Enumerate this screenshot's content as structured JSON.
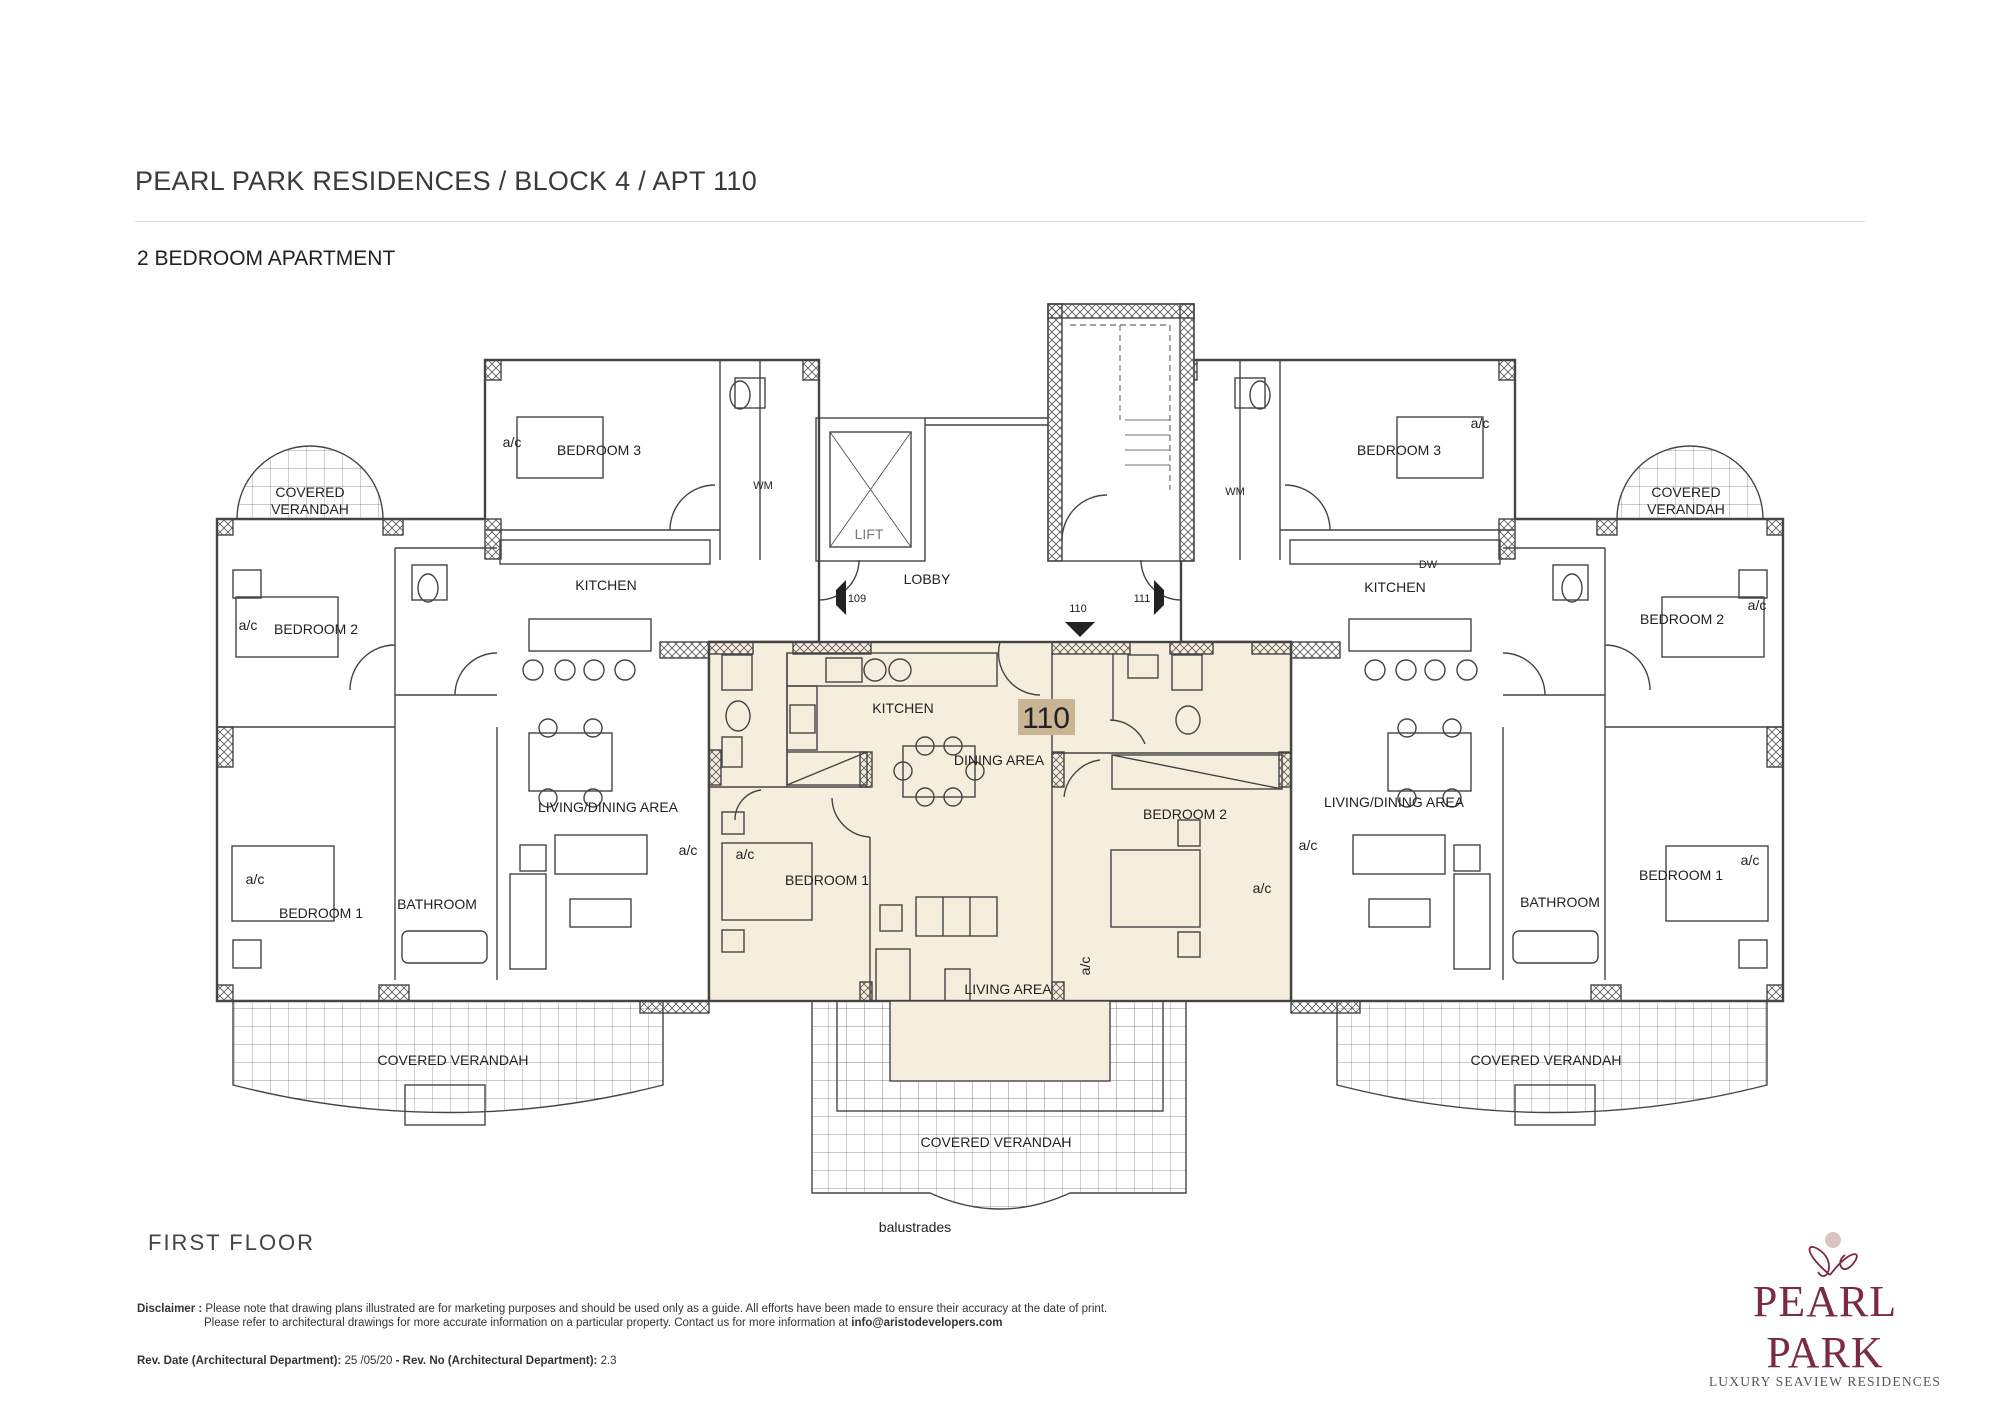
{
  "header": {
    "title": "PEARL PARK RESIDENCES / BLOCK 4 / APT 110",
    "subtitle": "2 BEDROOM APARTMENT"
  },
  "plan": {
    "floor_label": "FIRST FLOOR",
    "highlight_color": "#f5eedc",
    "badge_color": "#c9b494",
    "apartment_number": "110",
    "left_unit": {
      "verandah_top": [
        "COVERED",
        "VERANDAH"
      ],
      "bedroom3": "BEDROOM 3",
      "kitchen": "KITCHEN",
      "bedroom2": "BEDROOM 2",
      "living_dining": "LIVING/DINING AREA",
      "bedroom1": "BEDROOM 1",
      "bathroom": "BATHROOM",
      "verandah_bottom": "COVERED VERANDAH",
      "wm": "WM"
    },
    "core": {
      "lobby": "LOBBY",
      "lift": "LIFT",
      "door_109": "109",
      "door_110": "110",
      "door_111": "111"
    },
    "apt110": {
      "kitchen": "KITCHEN",
      "dining": "DINING AREA",
      "bedroom1": "BEDROOM 1",
      "bedroom2": "BEDROOM 2",
      "living": "LIVING AREA",
      "verandah": "COVERED VERANDAH",
      "balustrades": "balustrades"
    },
    "right_unit": {
      "verandah_top": [
        "COVERED",
        "VERANDAH"
      ],
      "bedroom3": "BEDROOM 3",
      "kitchen": "KITCHEN",
      "dw": "DW",
      "bedroom2": "BEDROOM 2",
      "living_dining": "LIVING/DINING AREA",
      "bedroom1": "BEDROOM 1",
      "bathroom": "BATHROOM",
      "verandah_bottom": "COVERED VERANDAH",
      "wm": "WM"
    },
    "ac_label": "a/c"
  },
  "footer": {
    "disclaimer_label": "Disclaimer :",
    "disclaimer_line1": "Please note that drawing plans illustrated are for marketing purposes and should be used only as a guide. All efforts have been made to ensure their accuracy at the date of print.",
    "disclaimer_line2": "Please refer to architectural drawings for more accurate information on a particular property. Contact us for more information at",
    "email": "info@aristodevelopers.com",
    "rev_date_label": "Rev. Date (Architectural Department):",
    "rev_date": "25 /05/20",
    "rev_no_label": "- Rev. No (Architectural Department):",
    "rev_no": "2.3"
  },
  "logo": {
    "name": "PEARL PARK",
    "tagline": "LUXURY SEAVIEW RESIDENCES",
    "brand_color": "#7a2a45"
  }
}
